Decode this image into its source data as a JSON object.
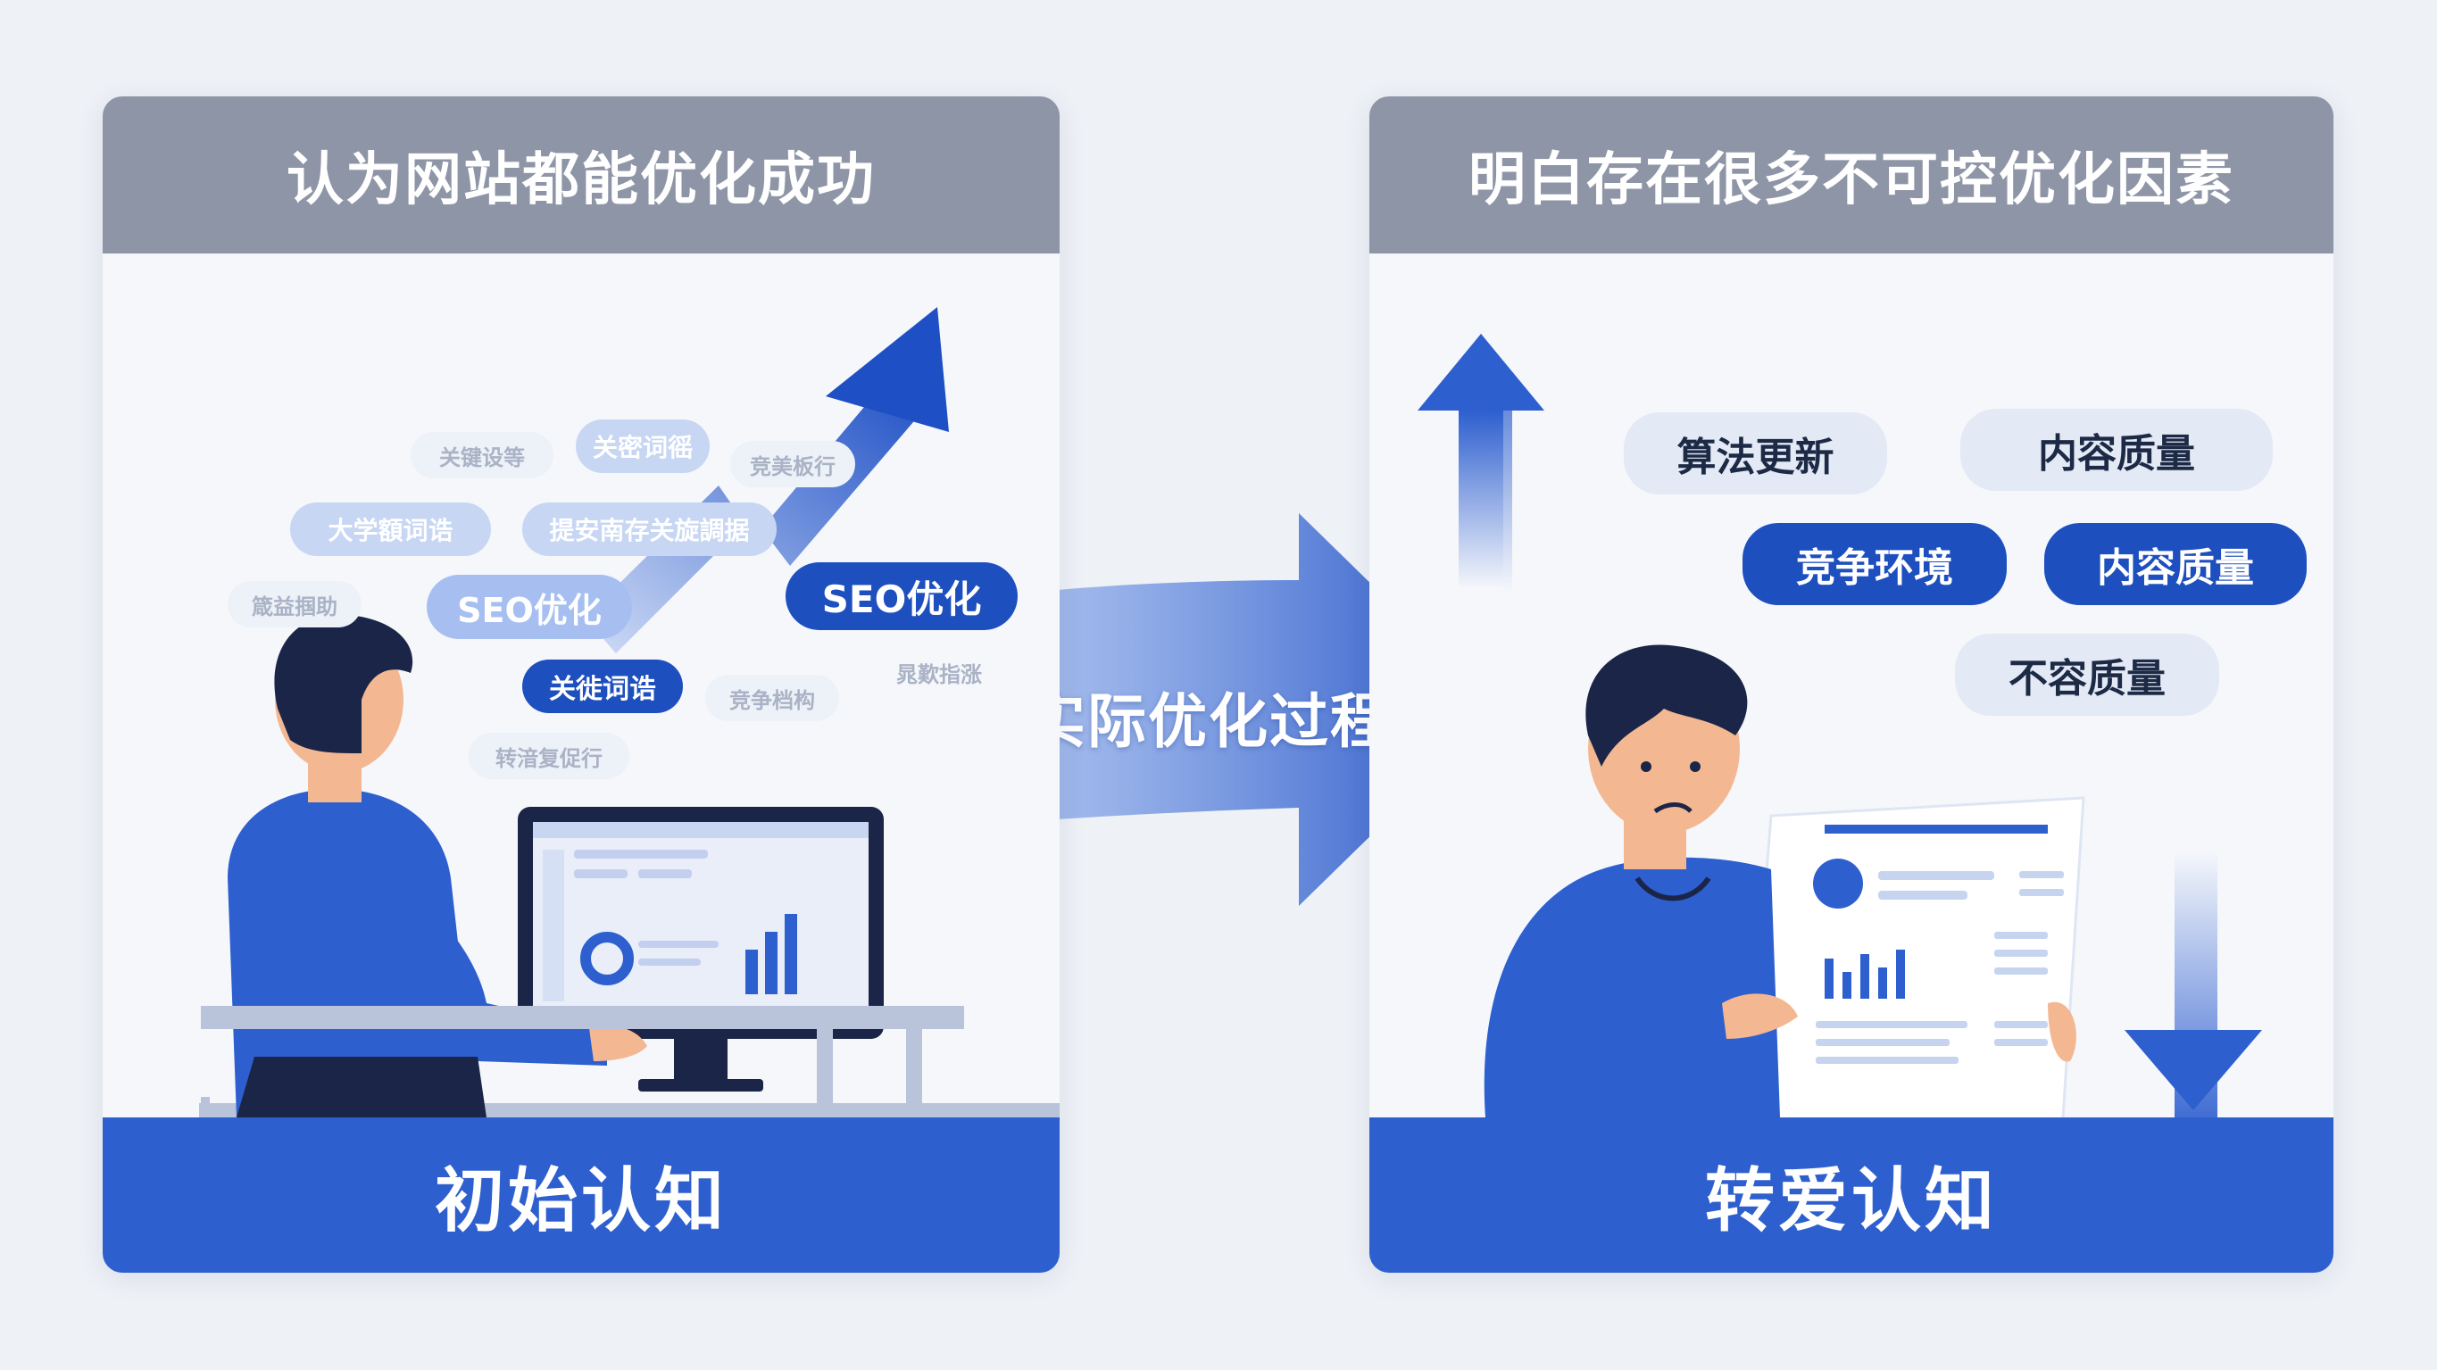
{
  "left_panel": {
    "title": "认为网站都能优化成功",
    "footer": "初始认知",
    "tags": {
      "t1": "关键设等",
      "t2": "关密词徭",
      "t3": "竞美板行",
      "t4": "大学額词诰",
      "t5": "提安南存关旋調据",
      "t6": "箴益掴助",
      "t7": "SEO优化",
      "t8": "SEO优化",
      "t9": "关徙词诰",
      "t10": "竞争档构",
      "t11": "晁歎指涨",
      "t12": "转湆复促行"
    }
  },
  "transition": {
    "label": "实际优化过程"
  },
  "right_panel": {
    "title": "明白存在很多不可控优化因素",
    "footer": "转爱认知",
    "tags": {
      "r1": "算法更新",
      "r2": "内容质量",
      "r3": "竞争环境",
      "r4": "内容质量",
      "r5": "不容质量"
    }
  },
  "colors": {
    "accent_blue": "#2e5fcf",
    "dark_blue": "#1e4fbf",
    "header_gray": "#8e95a6",
    "navy": "#1b2547",
    "skin": "#f3b892"
  }
}
